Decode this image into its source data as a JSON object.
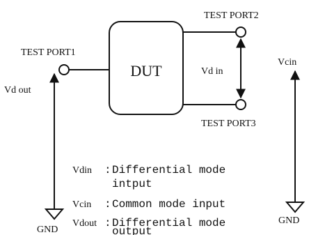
{
  "labels": {
    "port1": "TEST PORT1",
    "port2": "TEST PORT2",
    "port3": "TEST PORT3",
    "dut": "DUT",
    "vdin": "Vd in",
    "vdout": "Vd out",
    "vcin": "Vcin",
    "gnd_left": "GND",
    "gnd_right": "GND"
  },
  "legend": [
    {
      "symbol": "Vdin",
      "sep": ":",
      "lines": [
        "Differential mode",
        "intput"
      ]
    },
    {
      "symbol": "Vcin",
      "sep": ":",
      "lines": [
        "Common mode input"
      ]
    },
    {
      "symbol": "Vdout",
      "sep": ":",
      "lines": [
        "Differential mode",
        "output"
      ]
    }
  ]
}
